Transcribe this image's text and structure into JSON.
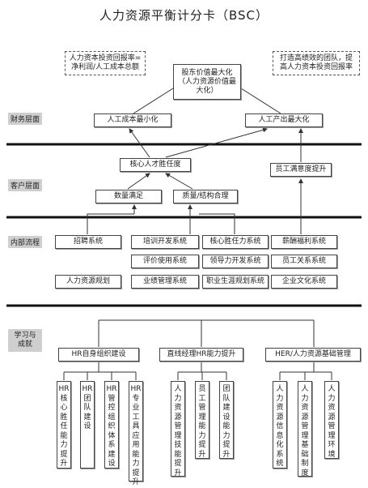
{
  "title": "人力资源平衡计分卡（BSC）",
  "layers": {
    "financial": "财务层面",
    "customer": "客户层面",
    "internal": "内部流程",
    "learning_1": "学习与",
    "learning_2": "成就"
  },
  "financial": {
    "note_left": "人力资本投资回报率=\n净利润/人工成本总额",
    "note_right": "打造高绩效的团队，提\n高人力资本投资回报率",
    "goal": "股东价值最大化\n（人力资源价值最\n大化）",
    "min_cost": "人工成本最小化",
    "max_output": "人工产出最大化"
  },
  "customer": {
    "core_talent": "核心人才胜任度",
    "staff_satisfaction": "员工满意度提升",
    "quantity": "数量满足",
    "quality": "质量/结构合理"
  },
  "internal": {
    "recruit": "招聘系统",
    "training": "培训开发系统",
    "evaluation": "评价使用系统",
    "hr_planning": "人力资源规划",
    "performance": "业绩管理系统",
    "core_competency": "核心胜任力系统",
    "leadership": "领导力开发系统",
    "career": "职业生涯规划系统",
    "compensation": "薪酬福利系统",
    "employee_relations": "员工关系系统",
    "culture": "企业文化系统"
  },
  "learning": {
    "hr_org": "HR自身组织建设",
    "line_manager": "直线经理HR能力提升",
    "her_base": "HER/人力资源基础管理",
    "items": [
      "HR核心胜任能力提升",
      "HR团队建设",
      "HR管控组织体系建设",
      "HR专业工具应用能力提升",
      "人力资源管理技能提升",
      "员工管理能力提升",
      "团队建设能力提升",
      "人力资源信息化系统",
      "人力资源管理基础制度",
      "人力资源管理环境"
    ]
  }
}
